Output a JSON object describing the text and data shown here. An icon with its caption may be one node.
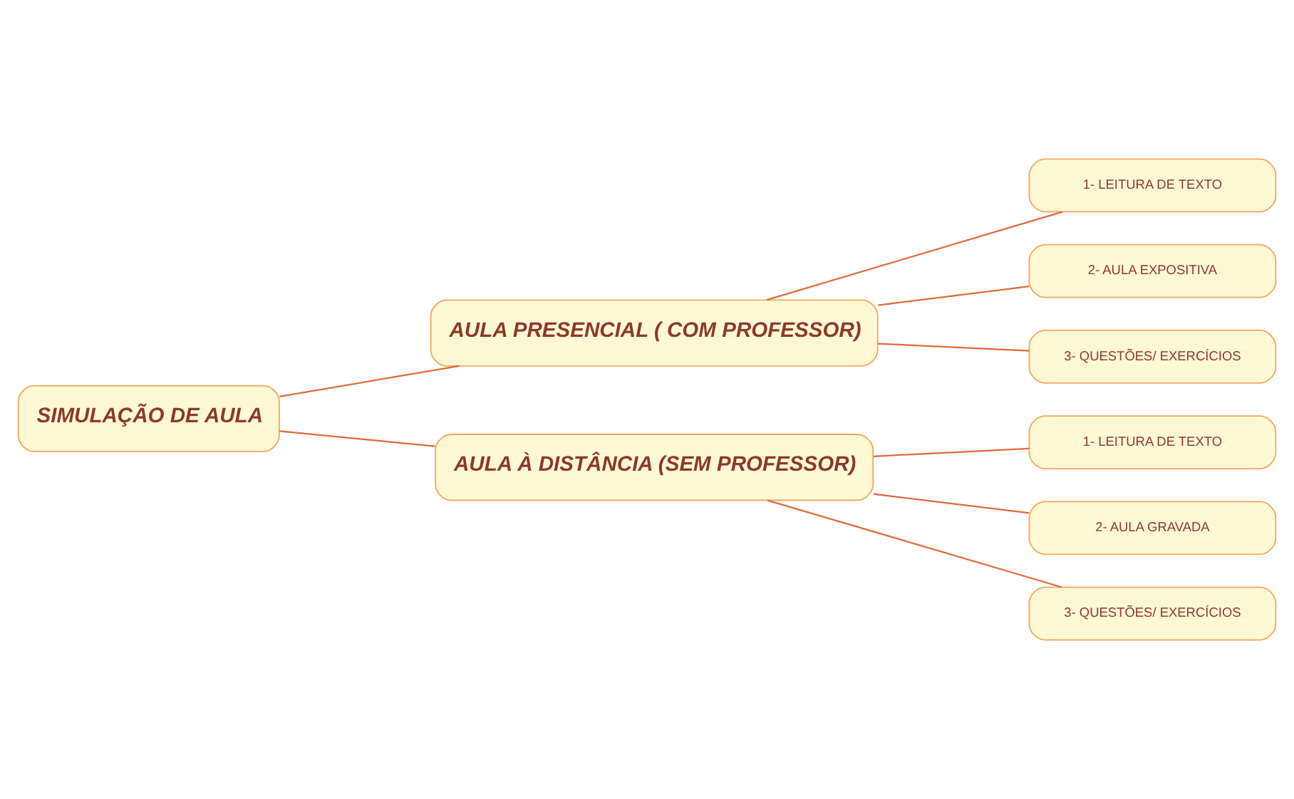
{
  "diagram": {
    "nodes": [
      {
        "text": [
          "SIMULAÇÃO DE AULA"
        ]
      },
      {
        "text": [
          "AULA PRESENCIAL ( COM PROFESSOR)"
        ]
      },
      {
        "text": [
          "1- LEITURA DE TEXTO"
        ]
      },
      {
        "text": [
          "2- AULA EXPOSITIVA"
        ]
      },
      {
        "text": [
          "3- QUESTÕES/ EXERCÍCIOS"
        ]
      },
      {
        "text": [
          "AULA À DISTÂNCIA (SEM PROFESSOR)"
        ]
      },
      {
        "text": [
          "1- LEITURA DE TEXTO"
        ]
      },
      {
        "text": [
          "2- AULA GRAVADA"
        ]
      },
      {
        "text": [
          "3- QUESTÕES/ EXERCÍCIOS"
        ]
      }
    ],
    "edges": [
      {
        "from": 0,
        "to": 1,
        "arrow": "none"
      },
      {
        "from": 0,
        "to": 5,
        "arrow": "none"
      },
      {
        "from": 1,
        "to": 2,
        "arrow": "none"
      },
      {
        "from": 1,
        "to": 3,
        "arrow": "none"
      },
      {
        "from": 1,
        "to": 4,
        "arrow": "none"
      },
      {
        "from": 5,
        "to": 6,
        "arrow": "none"
      },
      {
        "from": 5,
        "to": 7,
        "arrow": "none"
      },
      {
        "from": 5,
        "to": 8,
        "arrow": "none"
      }
    ]
  }
}
